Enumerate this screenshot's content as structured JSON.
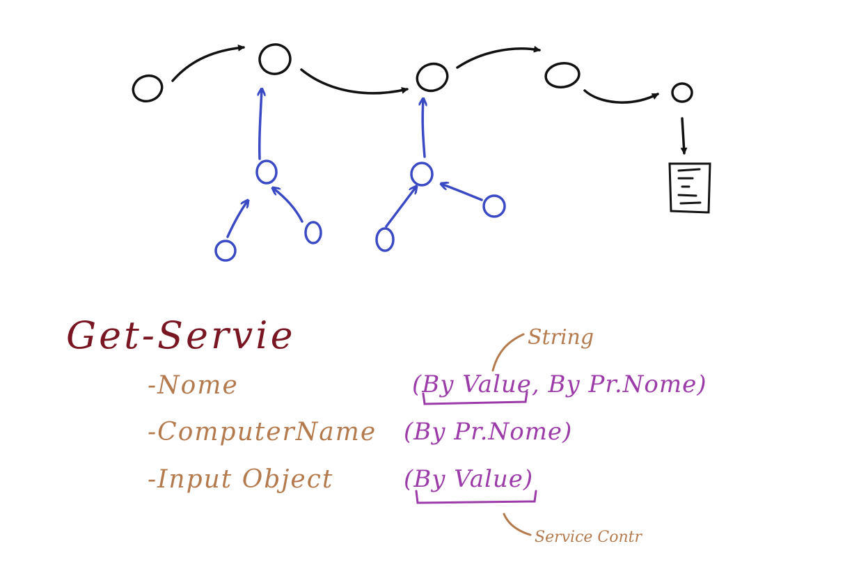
{
  "colors": {
    "pipeline": "#111111",
    "input_tree": "#3a49c4",
    "command": "#7a1622",
    "parameter": "#b47a4e",
    "binding": "#9b3aa8",
    "note": "#b47a4e"
  },
  "command": {
    "name": "Get-Servie"
  },
  "parameters": [
    {
      "name": "-Nome",
      "binding": "(By Value, By Pr.Nome)"
    },
    {
      "name": "-ComputerName",
      "binding": "(By Pr.Nome)"
    },
    {
      "name": "-Input Object",
      "binding": "(By Value)"
    }
  ],
  "annotations": {
    "string_note": "String",
    "service_note": "Service Contr"
  },
  "icons": {
    "output": "document-icon"
  }
}
